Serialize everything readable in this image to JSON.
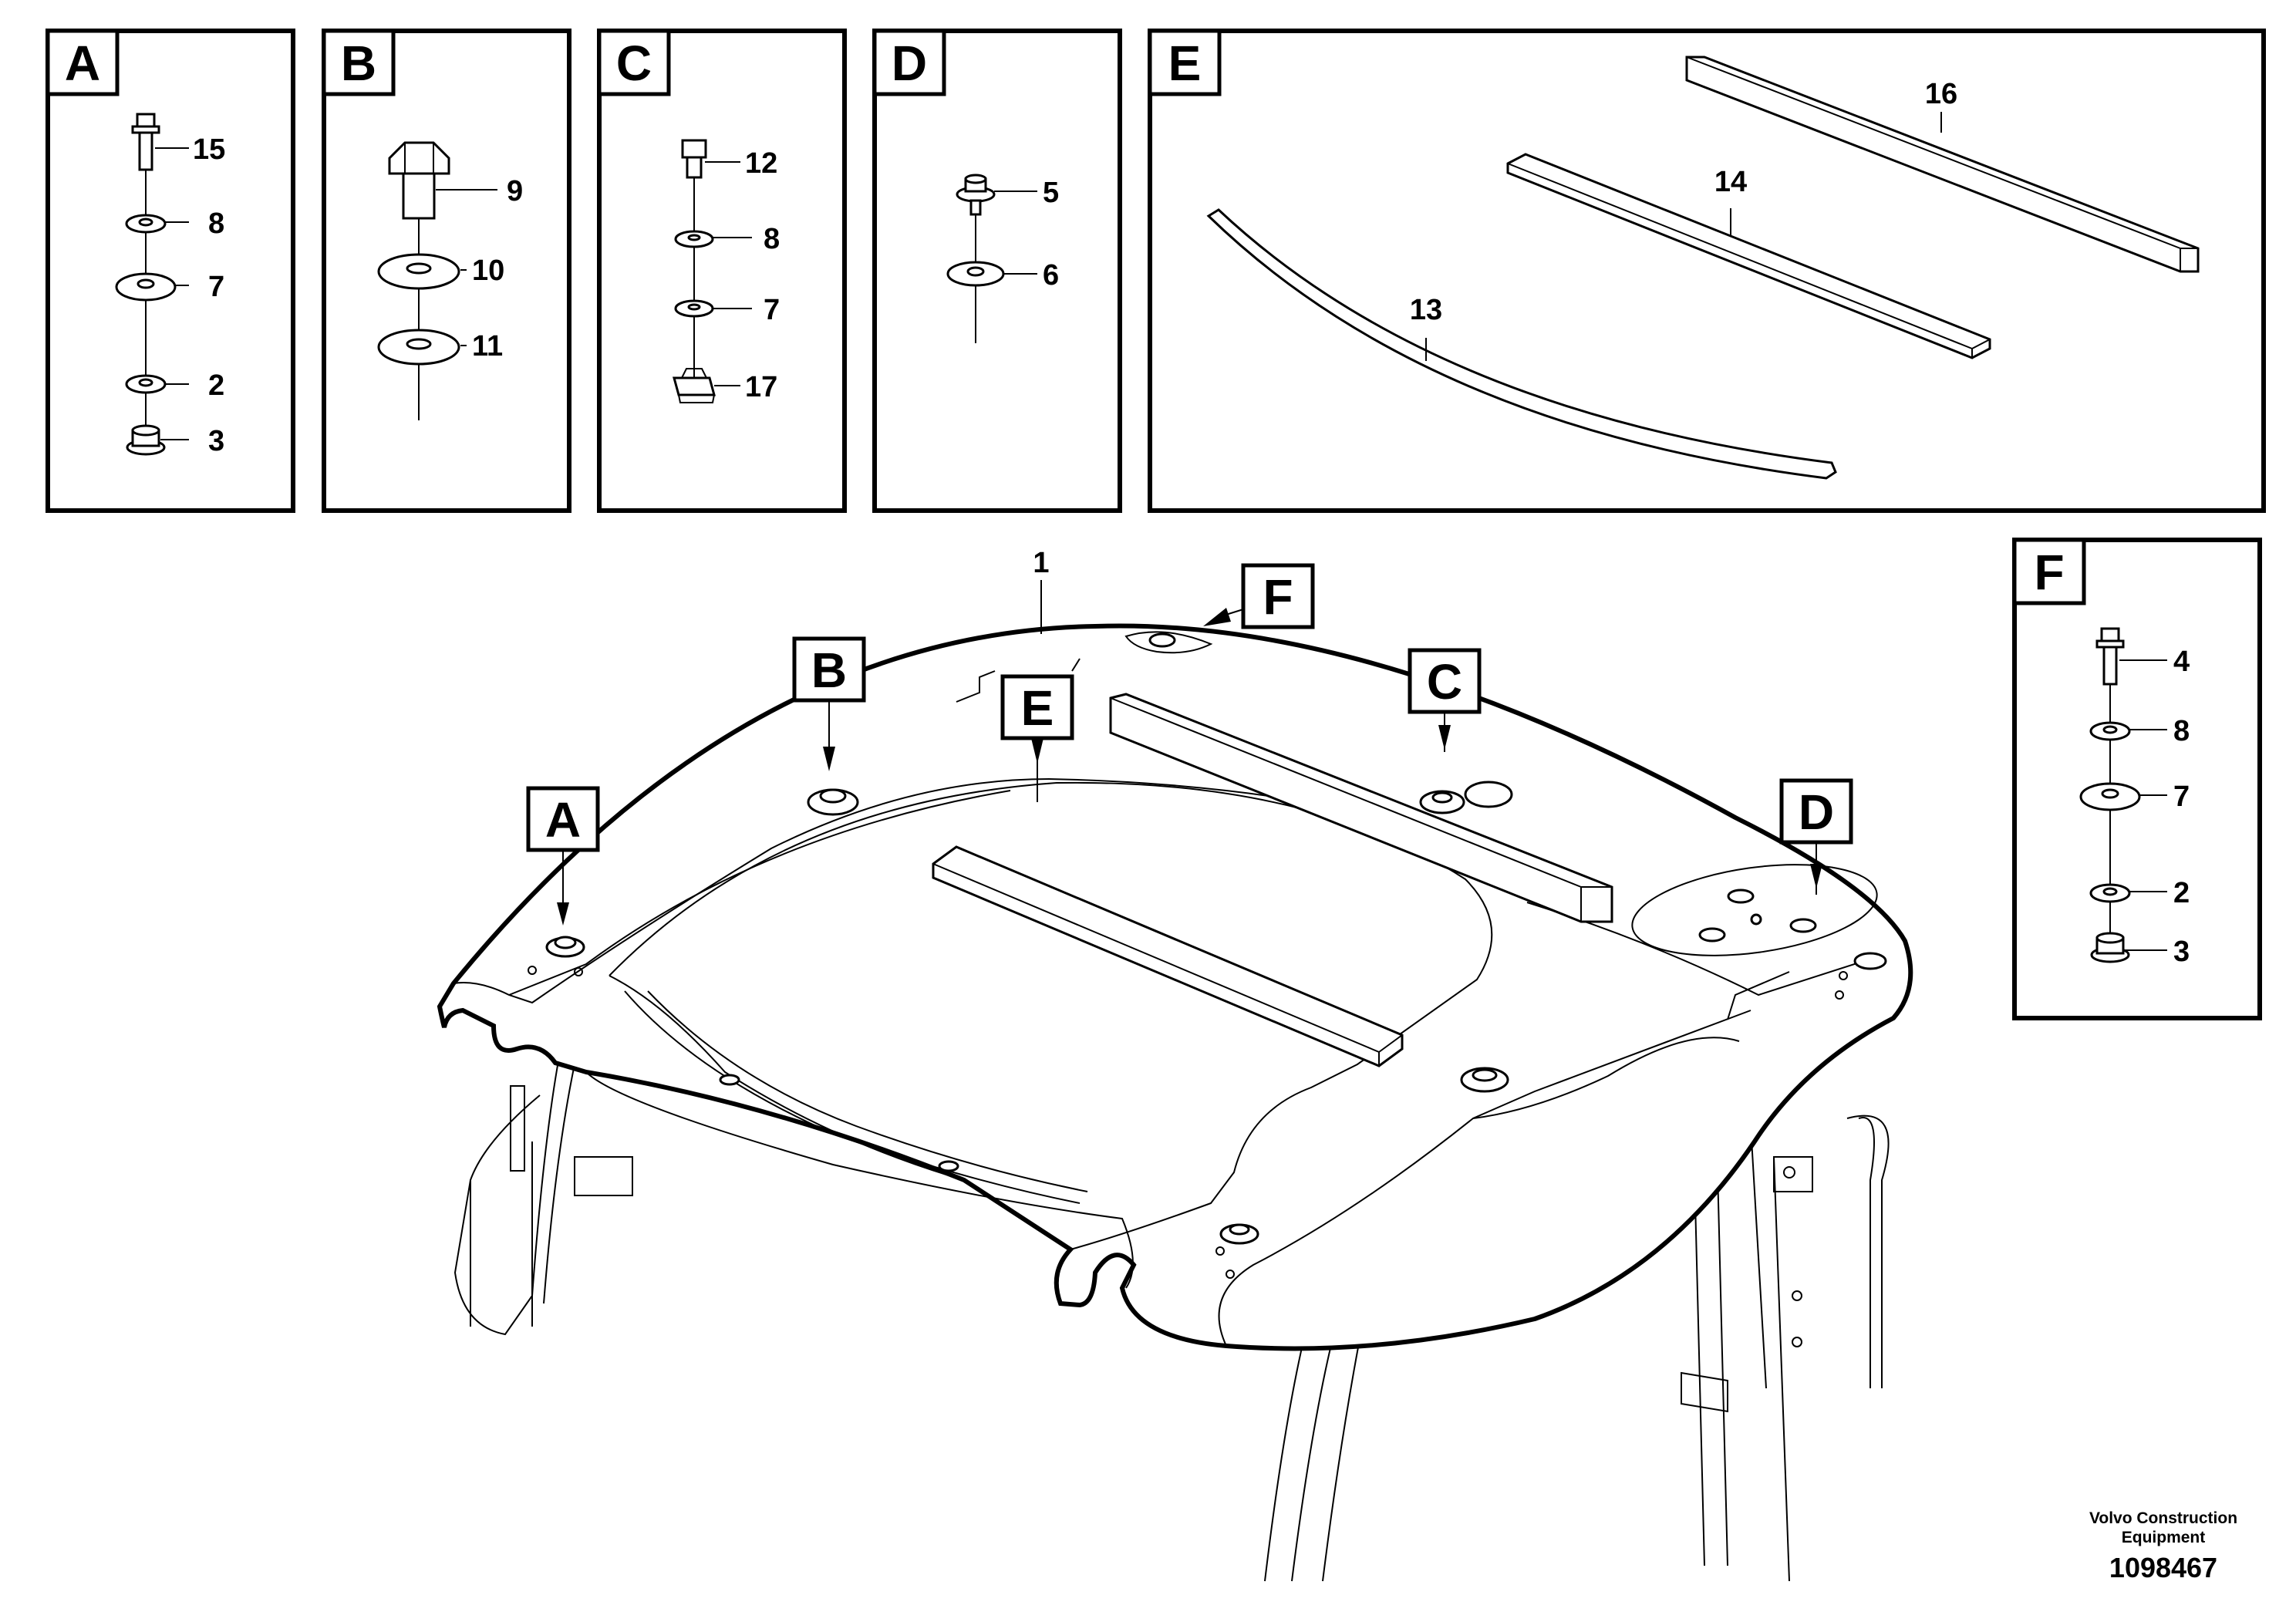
{
  "panels": {
    "A": {
      "letter": "A",
      "callouts": [
        "15",
        "8",
        "7",
        "2",
        "3"
      ]
    },
    "B": {
      "letter": "B",
      "callouts": [
        "9",
        "10",
        "11"
      ]
    },
    "C": {
      "letter": "C",
      "callouts": [
        "12",
        "8",
        "7",
        "17"
      ]
    },
    "D": {
      "letter": "D",
      "callouts": [
        "5",
        "6"
      ]
    },
    "E": {
      "letter": "E",
      "callouts": [
        "16",
        "14",
        "13"
      ]
    },
    "F": {
      "letter": "F",
      "callouts": [
        "4",
        "8",
        "7",
        "2",
        "3"
      ]
    }
  },
  "main": {
    "part_label": "1",
    "view_tags": [
      "A",
      "B",
      "E",
      "F",
      "C",
      "D"
    ]
  },
  "footer": {
    "company_line1": "Volvo Construction",
    "company_line2": "Equipment",
    "drawing_number": "1098467"
  }
}
